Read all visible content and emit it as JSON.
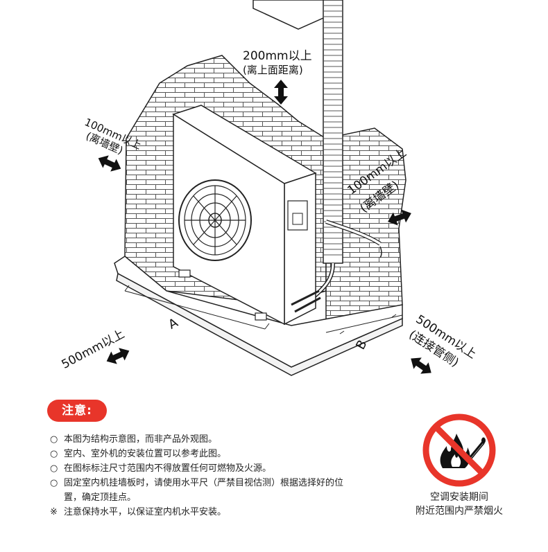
{
  "labels": {
    "top_clearance": "200mm以上",
    "top_clearance_note": "(离上面距离)",
    "left_clearance": "100mm以上",
    "left_clearance_note": "(离墙壁)",
    "right_clearance": "100mm以上",
    "right_clearance_note": "(离墙壁)",
    "front_clearance": "500mm以上",
    "pipe_clearance": "500mm以上",
    "pipe_clearance_note": "(连接管侧)",
    "dim_a": "A",
    "dim_b": "B"
  },
  "notice": {
    "title": "注意:",
    "items": [
      {
        "marker": "○",
        "text": "本图为结构示意图，而非产品外观图。"
      },
      {
        "marker": "○",
        "text": "室内、室外机的安装位置可以参考此图。"
      },
      {
        "marker": "○",
        "text": "在图标标注尺寸范围内不得放置任何可燃物及火源。"
      },
      {
        "marker": "○",
        "text": "固定室内机挂墙板时，请使用水平尺（严禁目视估测）根据选择好的位置，确定顶挂点。"
      },
      {
        "marker": "※",
        "text": "注意保持水平，以保证室内机水平安装。"
      }
    ]
  },
  "sign": {
    "caption_line1": "空调安装期间",
    "caption_line2": "附近范围内严禁烟火"
  },
  "colors": {
    "accent": "#e8352a",
    "line": "#222222"
  },
  "icons": [
    "double-arrow-icon",
    "fan-icon",
    "no-fire-sign-icon"
  ]
}
